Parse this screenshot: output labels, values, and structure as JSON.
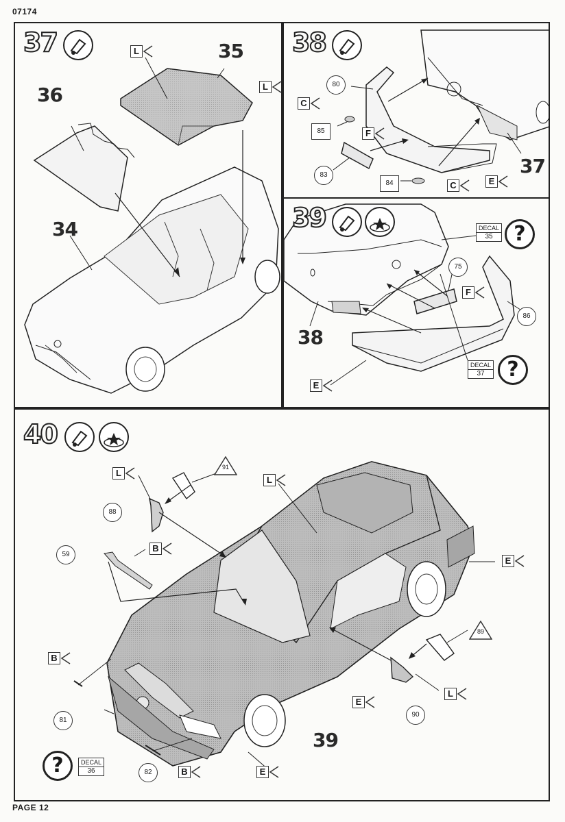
{
  "header": {
    "code": "07174"
  },
  "footer": {
    "page": "PAGE 12"
  },
  "steps": {
    "s37": {
      "number": "37",
      "parts": {
        "p34": "34",
        "p35": "35",
        "p36": "36"
      },
      "tag_l1": "L",
      "tag_l2": "L"
    },
    "s38": {
      "number": "38",
      "part37": "37",
      "callouts": {
        "c80": "80",
        "c85": "85",
        "c83": "83",
        "c84": "84"
      },
      "tag_c1": "C",
      "tag_f": "F",
      "tag_c2": "C",
      "tag_e": "E"
    },
    "s39": {
      "number": "39",
      "part38": "38",
      "callouts": {
        "c75": "75",
        "c86": "86"
      },
      "tag_f": "F",
      "tag_e": "E",
      "decal1": {
        "label": "DECAL",
        "num": "35"
      },
      "decal2": {
        "label": "DECAL",
        "num": "37"
      }
    },
    "s40": {
      "number": "40",
      "part39": "39",
      "callouts": {
        "c91": "91",
        "c88": "88",
        "c59": "59",
        "c89": "89",
        "c81": "81",
        "c90": "90",
        "c82": "82"
      },
      "tag_l1": "L",
      "tag_b1": "B",
      "tag_l2": "L",
      "tag_e1": "E",
      "tag_b2": "B",
      "tag_e2": "E",
      "tag_l3": "L",
      "tag_b3": "B",
      "tag_e3": "E",
      "decal": {
        "label": "DECAL",
        "num": "36"
      }
    }
  },
  "help_symbol": "?",
  "icons": [
    "glue-tube-icon",
    "paint-decal-icon"
  ],
  "colors": {
    "line": "#222222",
    "part_fill": "#bdbdbd",
    "paper": "#fbfbf9"
  }
}
